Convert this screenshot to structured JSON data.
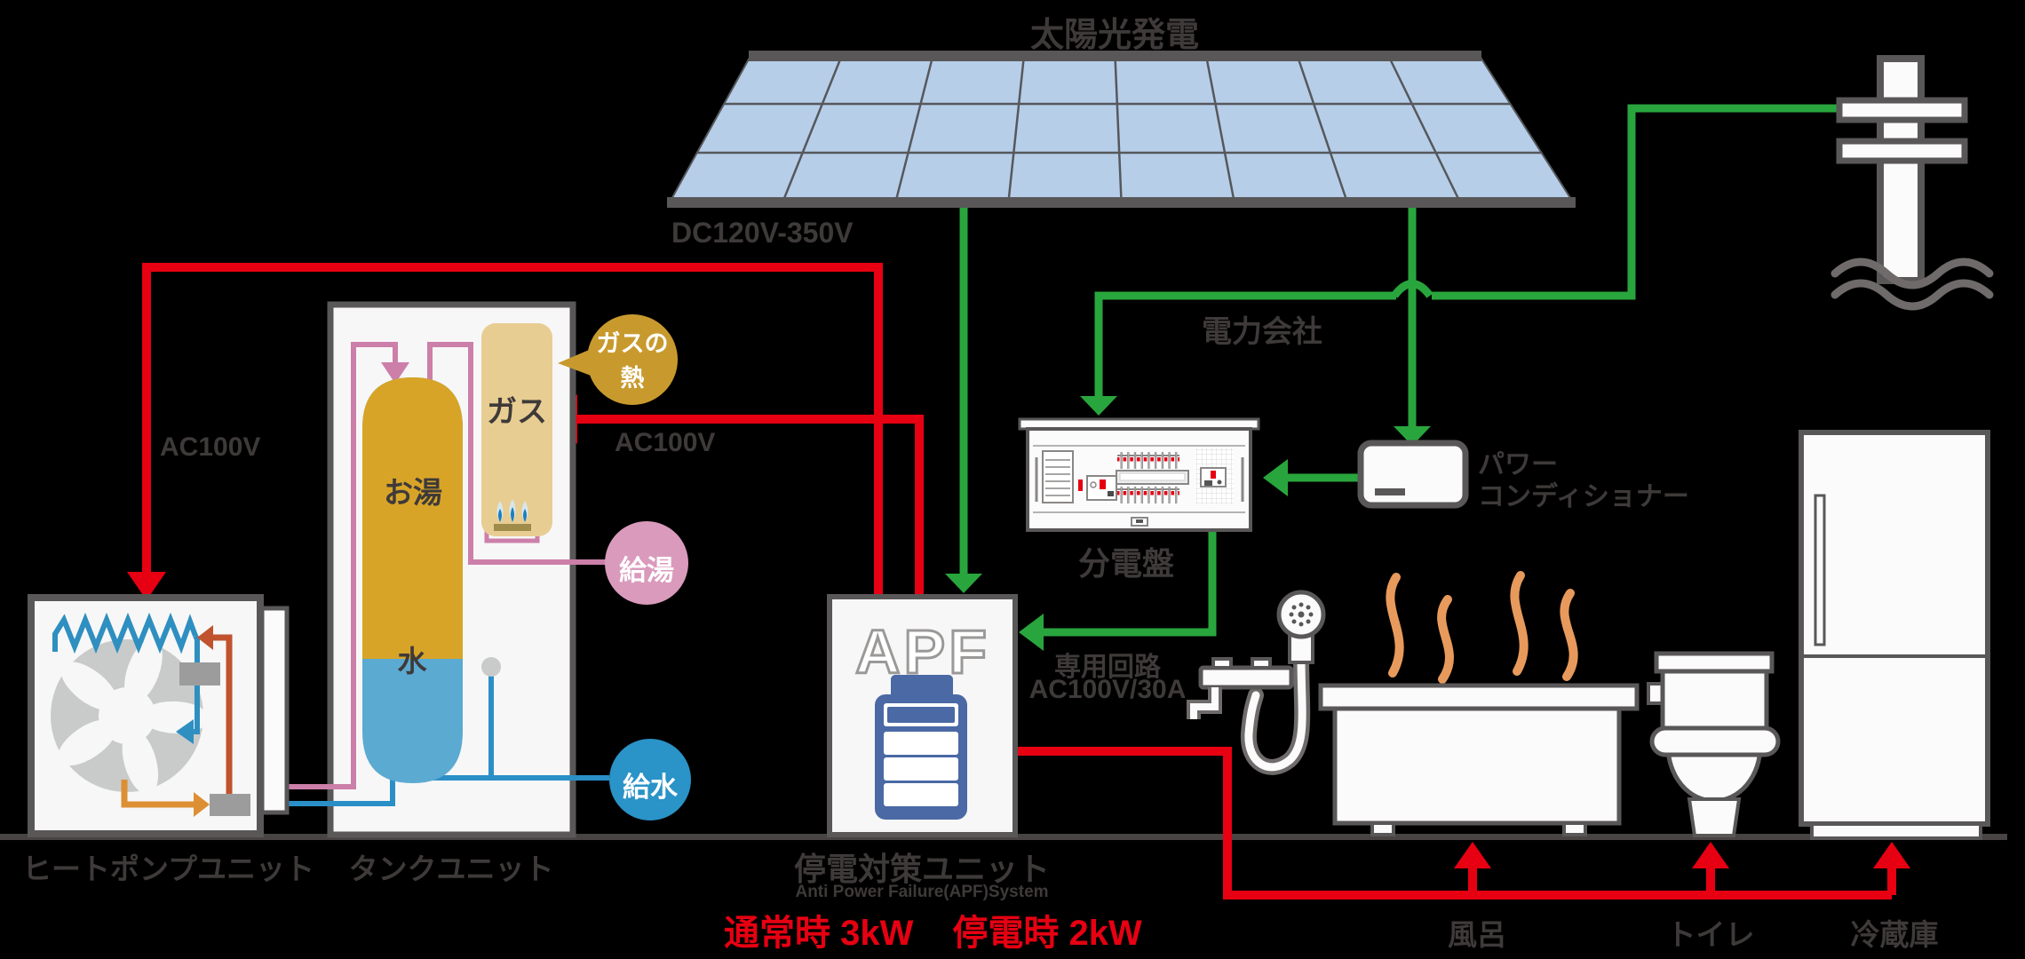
{
  "title": "太陽光発電・停電対策ユニット(APF)システム構成図",
  "labels": {
    "solar": "太陽光発電",
    "dc_range": "DC120V-350V",
    "power_company": "電力会社",
    "power_conditioner_line1": "パワー",
    "power_conditioner_line2": "コンディショナー",
    "distribution_board": "分電盤",
    "dedicated_circuit_line1": "専用回路",
    "dedicated_circuit_line2": "AC100V/30A",
    "ac100v_left": "AC100V",
    "ac100v_right": "AC100V",
    "gas_heat_line1": "ガスの",
    "gas_heat_line2": "熱",
    "gas": "ガス",
    "hot_water": "お湯",
    "water": "水",
    "hot_water_supply": "給湯",
    "water_supply": "給水",
    "heat_pump_unit": "ヒートポンプユニット",
    "tank_unit": "タンクユニット",
    "apf_letters": "APF",
    "apf_unit": "停電対策ユニット",
    "apf_unit_sub": "Anti Power Failure(APF)System",
    "power_normal": "通常時 3kW",
    "power_outage": "停電時 2kW",
    "bath": "風呂",
    "toilet": "トイレ",
    "fridge": "冷蔵庫"
  },
  "colors": {
    "background": "#000000",
    "label_text": "#3e3a39",
    "power_line_red": "#e60012",
    "power_line_green": "#29a53d",
    "solar_panel_blue": "#b7cee9",
    "unit_box_fill": "#f7f7f7",
    "unit_box_border": "#595757",
    "tank_hot_orange": "#d8a428",
    "tank_cold_blue": "#5baad2",
    "gas_column_tan": "#e8cd92",
    "gas_heat_gold": "#c89a2e",
    "hot_supply_pink": "#da9abc",
    "water_supply_blue": "#2a93c8",
    "pipe_pink": "#cc7fa9",
    "pipe_blue": "#2a8fc7",
    "pipe_orange": "#dd8f33",
    "pipe_vermillion": "#c0532e",
    "steam_orange": "#e89a5c",
    "fan_gray": "#c9caca"
  }
}
